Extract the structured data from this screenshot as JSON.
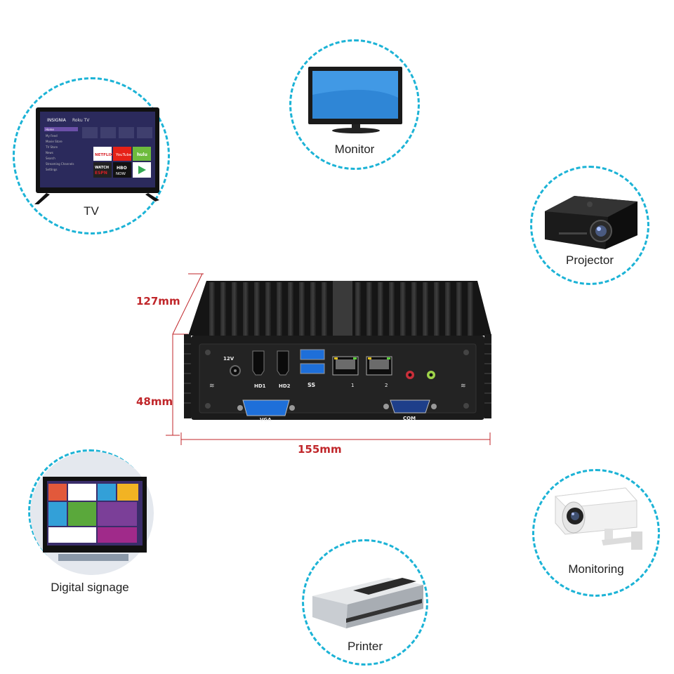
{
  "devices": [
    {
      "label": "TV",
      "icon": "tv-icon"
    },
    {
      "label": "Monitor",
      "icon": "monitor-icon"
    },
    {
      "label": "Projector",
      "icon": "projector-icon"
    },
    {
      "label": "Digital signage",
      "icon": "digital-signage-icon"
    },
    {
      "label": "Printer",
      "icon": "printer-icon"
    },
    {
      "label": "Monitoring",
      "icon": "security-camera-icon"
    }
  ],
  "tv_screen": {
    "brand": "INSIGNIA",
    "os": "Roku TV",
    "menu": [
      "Home",
      "My Feed",
      "Movie Store",
      "TV Store",
      "News",
      "Search",
      "Streaming Channels",
      "Settings"
    ],
    "tiles": [
      "NETFLIX",
      "YouTube",
      "hulu",
      "WATCH ESPN",
      "HBO NOW",
      ""
    ]
  },
  "dimensions": {
    "depth": "127mm",
    "height": "48mm",
    "width": "155mm"
  },
  "ports": {
    "power": "12V",
    "hdmi1": "HD1",
    "hdmi2": "HD2",
    "usb": "SS",
    "lan1": "1",
    "lan2": "2",
    "vga": "VGA",
    "com": "COM"
  },
  "colors": {
    "circle_border": "#1cb3d6",
    "dimension_text": "#c0262a",
    "case": "#1a1a1a",
    "usb_blue": "#1e6fd9"
  }
}
